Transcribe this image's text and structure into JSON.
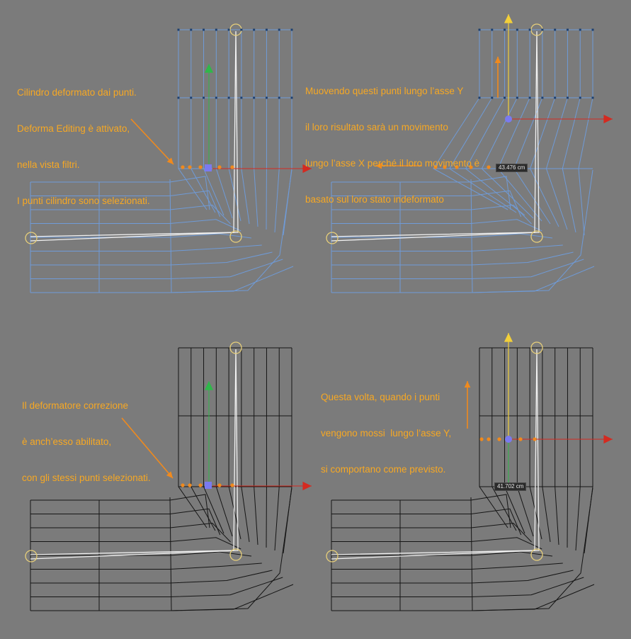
{
  "annotations": {
    "top_left": [
      "Cilindro deformato dai punti.",
      "Deforma Editing è attivato,",
      "nella vista filtri.",
      "I punti cilindro sono selezionati."
    ],
    "top_right": [
      "Muovendo questi punti lungo l’asse Y",
      "il loro risultato sarà un movimento",
      "lungo l’asse X perché il loro movimento è",
      "basato sul loro stato indeformato"
    ],
    "bottom_left": [
      "Il deformatore correzione",
      "è anch’esso abilitato,",
      "con gli stessi punti selezionati."
    ],
    "bottom_right": [
      "Questa volta, quando i punti",
      "vengono mossi  lungo l’asse Y,",
      "si comportano come previsto."
    ]
  },
  "readouts": {
    "top_right": "43.476 cm",
    "bottom_right": "41.702 cm"
  },
  "colors": {
    "background": "#7b7b7b",
    "annotation": "#f7a823",
    "mesh_blue": "#6f9bd8",
    "mesh_black": "#151515",
    "axis_x": "#d42a20",
    "axis_y": "#2fb84a",
    "axis_y_move": "#f2cf3a",
    "selected_point": "#f08a1d",
    "handle": "#7a7af0"
  },
  "icons": [
    "arrow-icon",
    "axis-x-icon",
    "axis-y-icon",
    "move-handle-icon",
    "pivot-circle-icon"
  ]
}
